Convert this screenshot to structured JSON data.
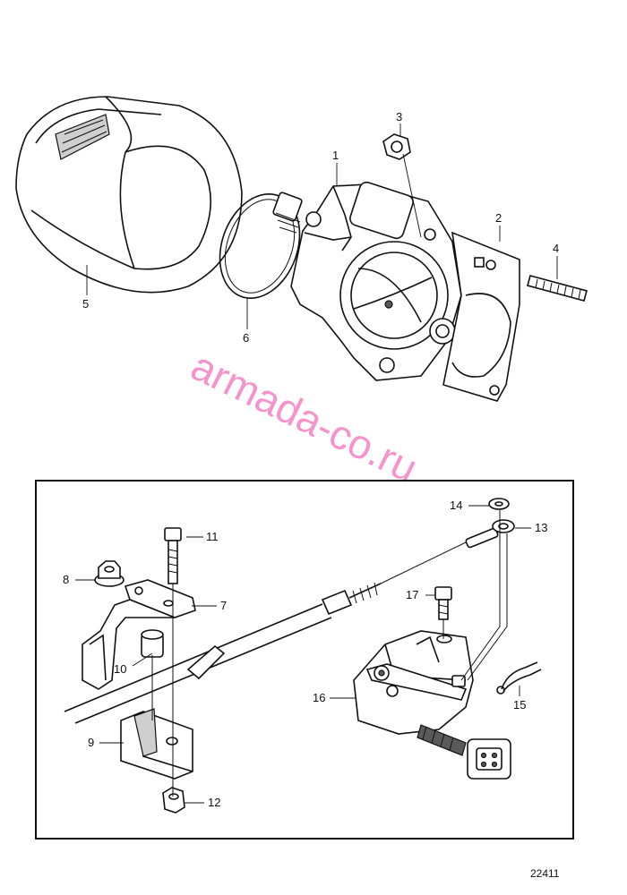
{
  "watermark": "armada-co.ru",
  "reference_number": "22411",
  "callouts": {
    "c1": "1",
    "c2": "2",
    "c3": "3",
    "c4": "4",
    "c5": "5",
    "c6": "6",
    "c7": "7",
    "c8": "8",
    "c9": "9",
    "c10": "10",
    "c11": "11",
    "c12": "12",
    "c13": "13",
    "c14": "14",
    "c15": "15",
    "c16": "16",
    "c17": "17"
  },
  "colors": {
    "watermark": "#ee2a9a",
    "line": "#111111"
  }
}
